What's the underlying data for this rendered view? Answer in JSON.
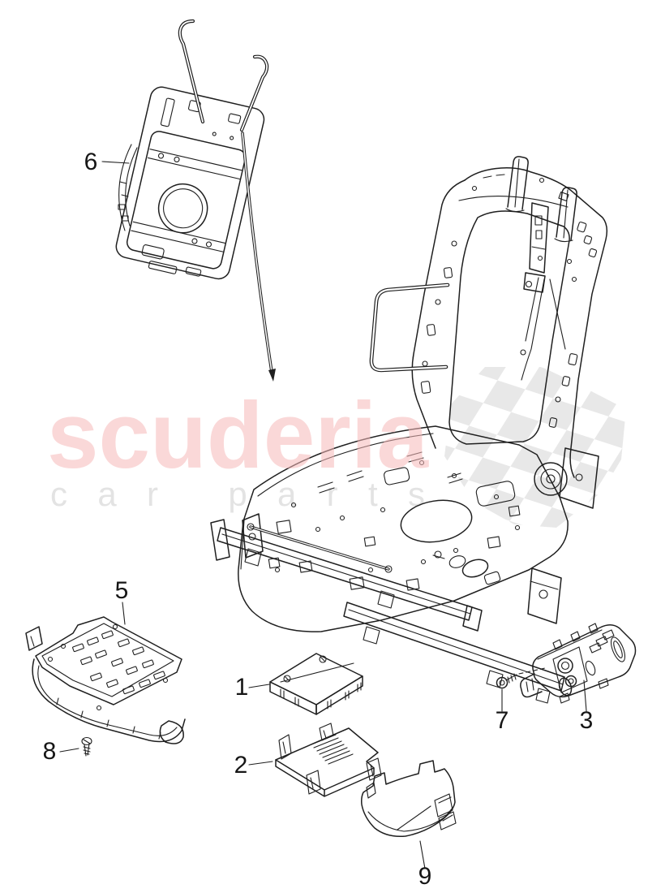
{
  "watermark": {
    "brand": "scuderia",
    "tagline": "car parts"
  },
  "callouts": {
    "n1": "1",
    "n2": "2",
    "n3": "3",
    "n5": "5",
    "n6": "6",
    "n7": "7",
    "n8": "8",
    "n9": "9"
  },
  "colors": {
    "line": "#1f1f1f",
    "watermark_pink": "#f5b8b8",
    "watermark_gray": "#bdbdbd",
    "flag_gray": "#d6d6d6",
    "background": "#ffffff"
  }
}
